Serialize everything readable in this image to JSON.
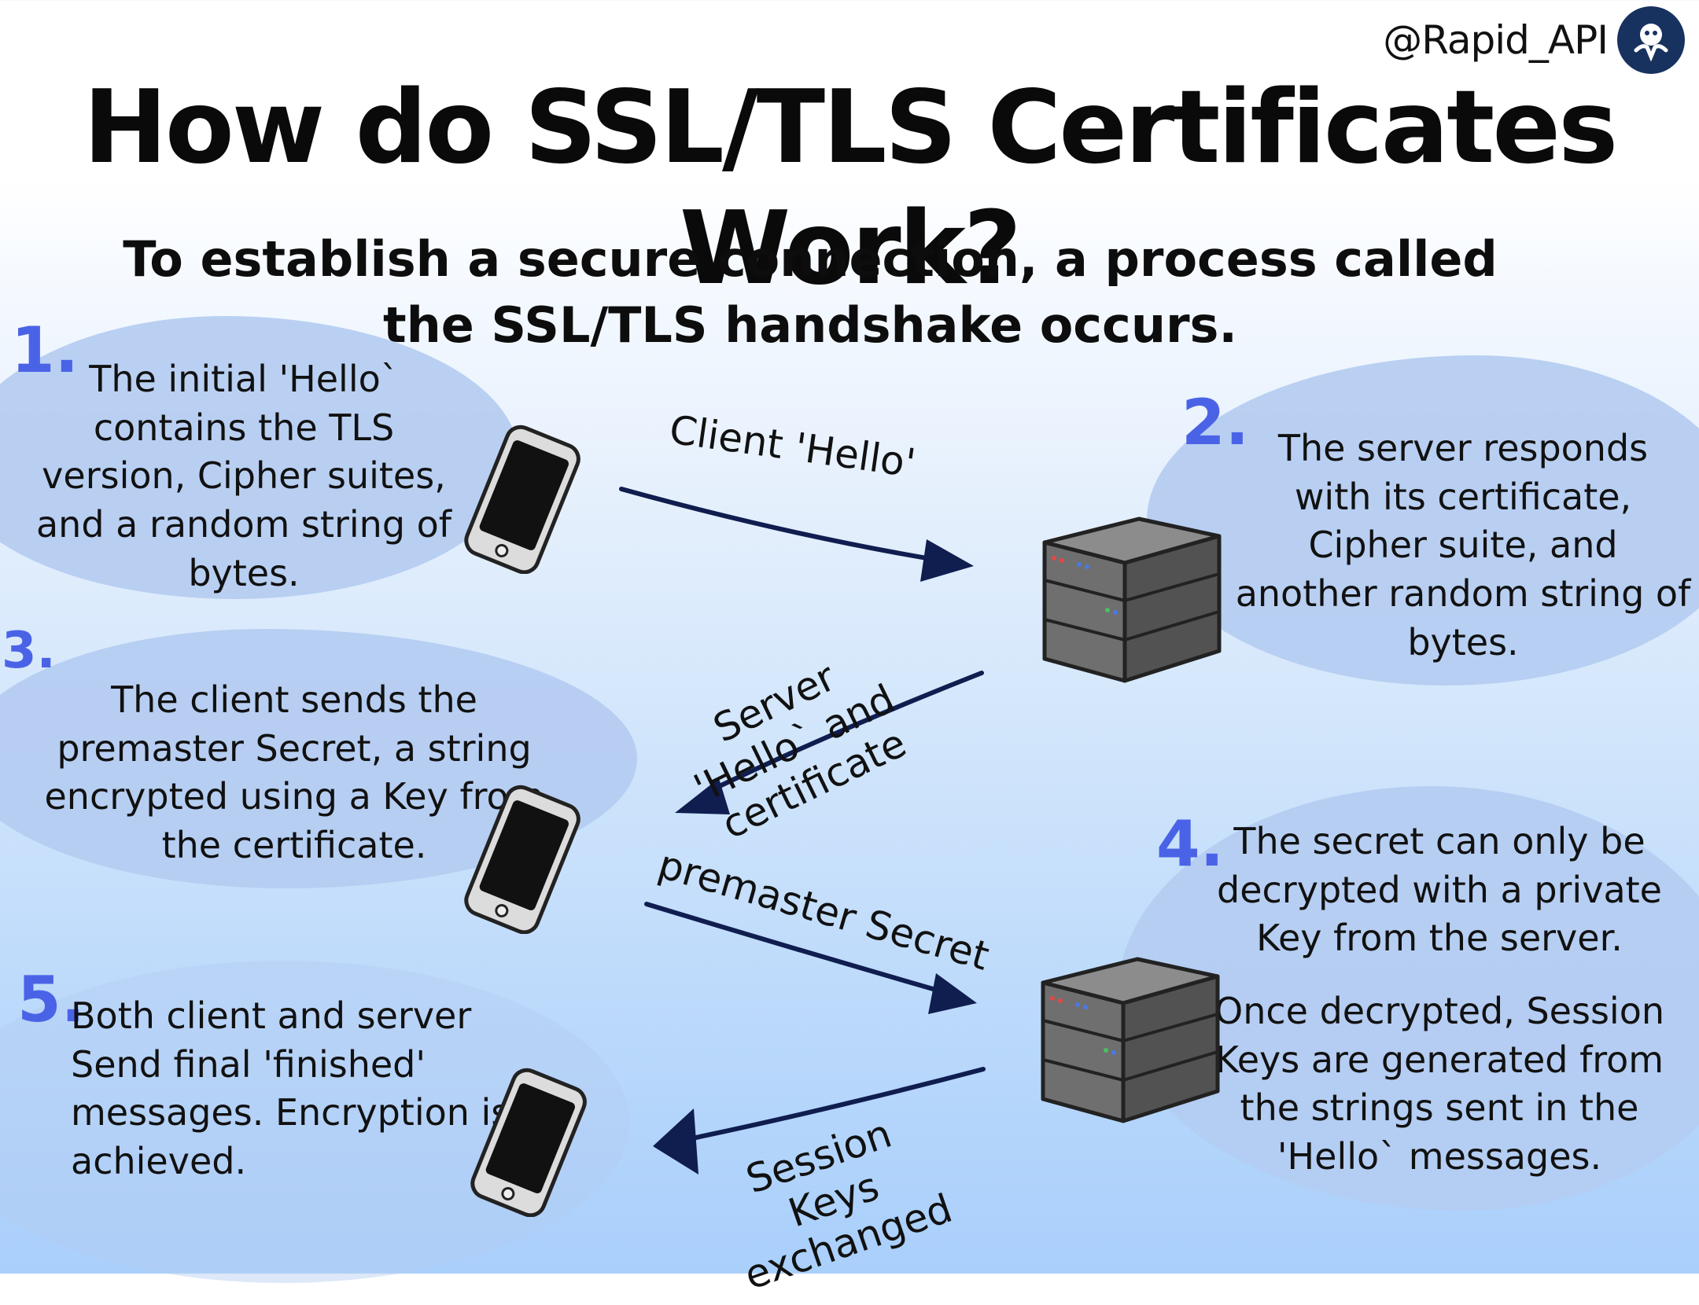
{
  "header": {
    "handle": "@Rapid_API",
    "logo_icon": "rapidapi-logo-icon",
    "title": "How do SSL/TLS Certificates Work?",
    "subtitle": "To establish a secure connection, a process called the SSL/TLS handshake occurs."
  },
  "colors": {
    "accent_number": "#4a63e6",
    "arrow": "#0f1d4f",
    "blob": "#b4ccf1",
    "logo_bg": "#18325f"
  },
  "steps": [
    {
      "number": "1.",
      "text": "The initial 'Hello` contains the TLS version, Cipher suites, and a random string of bytes."
    },
    {
      "number": "2.",
      "text": "The server responds with its certificate, Cipher suite, and another random string of bytes."
    },
    {
      "number": "3.",
      "text": "The client sends the premaster Secret, a string encrypted using a Key from the certificate."
    },
    {
      "number": "4.",
      "text": "The secret can only be decrypted with a private Key from the server.",
      "text_extra": "Once decrypted, Session Keys are generated from the strings sent in the 'Hello` messages."
    },
    {
      "number": "5.",
      "text": "Both client and server Send final 'finished' messages. Encryption is achieved."
    }
  ],
  "flows": [
    {
      "label": "Client 'Hello'",
      "direction": "client-to-server"
    },
    {
      "label": "Server 'Hello` and certificate",
      "direction": "server-to-client"
    },
    {
      "label": "premaster Secret",
      "direction": "client-to-server"
    },
    {
      "label": "Session Keys exchanged",
      "direction": "server-to-client"
    }
  ],
  "devices": {
    "client_icon": "smartphone-icon",
    "server_icon": "server-icon"
  }
}
